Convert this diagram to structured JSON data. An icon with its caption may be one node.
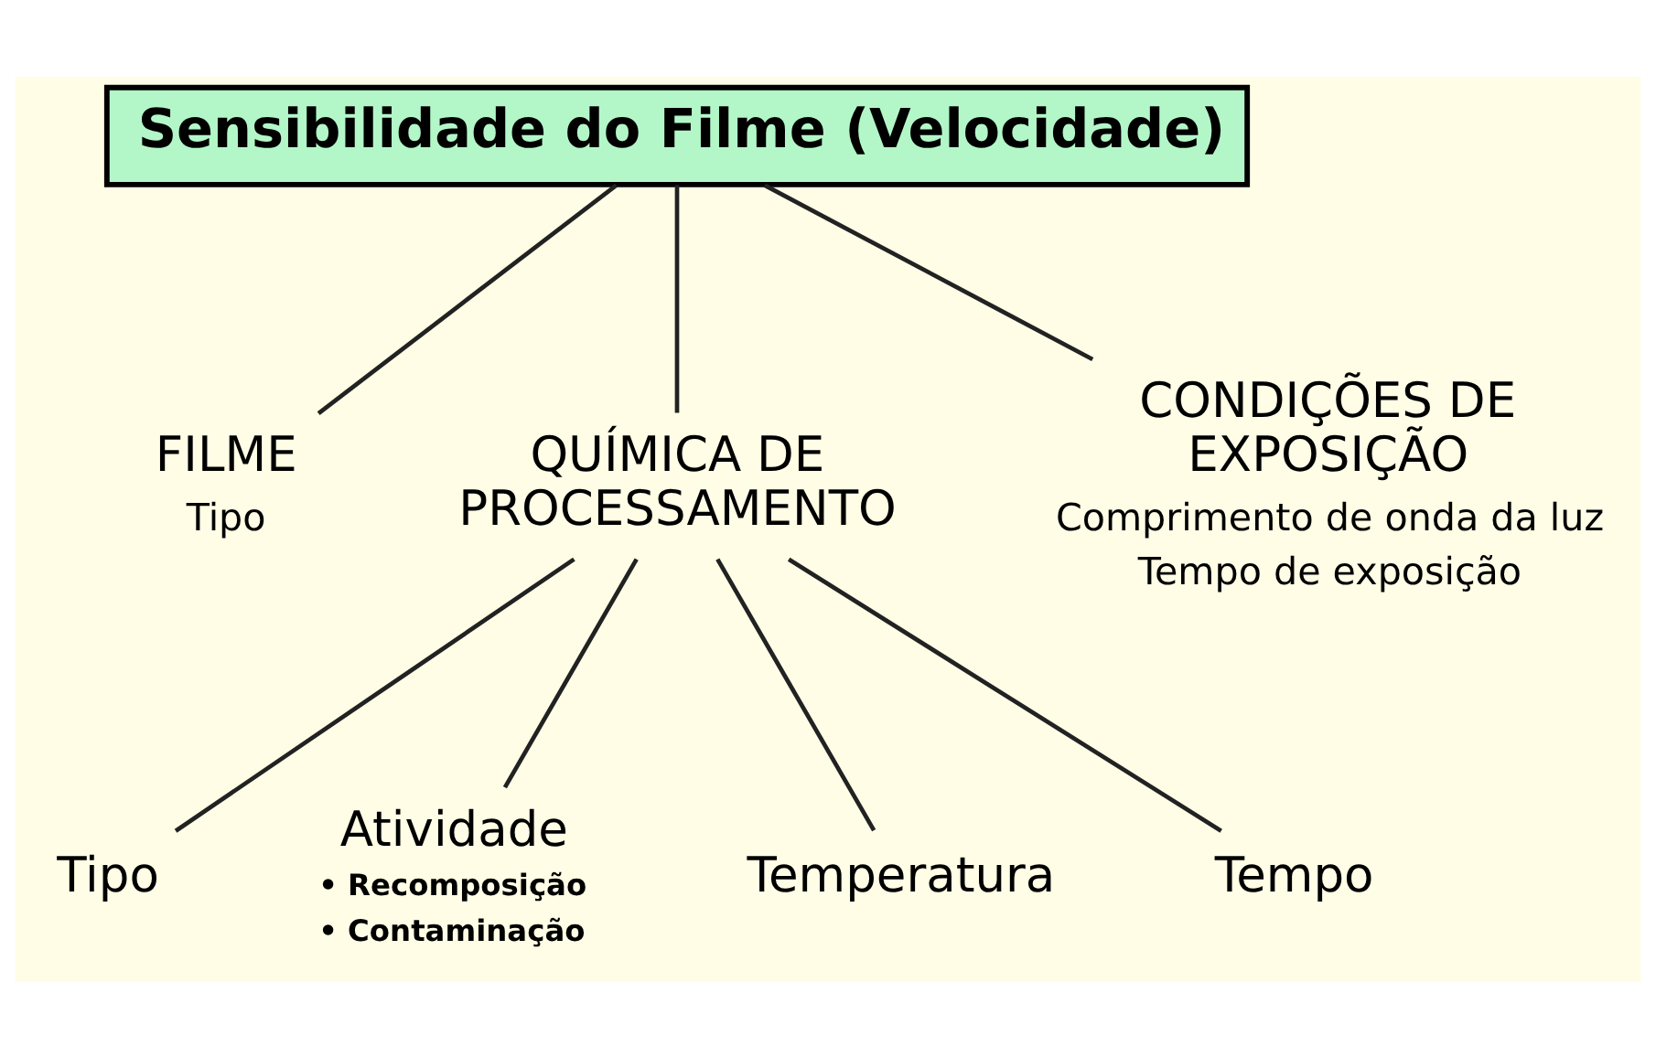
{
  "diagram": {
    "nodes": [
      {
        "text": [
          "Sensibilidade do Filme (Velocidade)"
        ]
      },
      {
        "text": [
          "FILME"
        ],
        "beside": [
          "Tipo"
        ]
      },
      {
        "text": [
          "QUÍMICA DE PROCESSAMENTO"
        ]
      },
      {
        "text": [
          "CONDIÇÕES DE EXPOSIÇÃO"
        ],
        "beside": [
          "Comprimento de onda da luz",
          "Tempo de exposição"
        ]
      },
      {
        "text": [
          "Tipo"
        ]
      },
      {
        "text": [
          "Atividade"
        ],
        "beside": [
          "• Recomposição",
          "• Contaminação"
        ]
      },
      {
        "text": [
          "Temperatura"
        ]
      },
      {
        "text": [
          "Tempo"
        ]
      }
    ],
    "edges": [
      {
        "from": 0,
        "to": 1,
        "arrow": "none"
      },
      {
        "from": 0,
        "to": 2,
        "arrow": "none"
      },
      {
        "from": 0,
        "to": 3,
        "arrow": "none"
      },
      {
        "from": 2,
        "to": 4,
        "arrow": "none"
      },
      {
        "from": 2,
        "to": 5,
        "arrow": "none"
      },
      {
        "from": 2,
        "to": 6,
        "arrow": "none"
      },
      {
        "from": 2,
        "to": 7,
        "arrow": "none"
      }
    ]
  }
}
